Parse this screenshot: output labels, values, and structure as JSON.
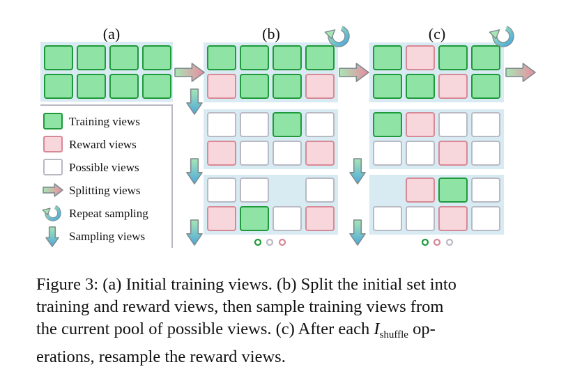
{
  "panels": {
    "a": {
      "label": "(a)"
    },
    "b": {
      "label": "(b)"
    },
    "c": {
      "label": "(c)"
    }
  },
  "legend": {
    "items": [
      {
        "label": "Training views",
        "icon": "training-view-icon"
      },
      {
        "label": "Reward views",
        "icon": "reward-view-icon"
      },
      {
        "label": "Possible views",
        "icon": "possible-view-icon"
      },
      {
        "label": "Splitting views",
        "icon": "splitting-arrow-icon"
      },
      {
        "label": "Repeat sampling",
        "icon": "repeat-sampling-icon"
      },
      {
        "label": "Sampling views",
        "icon": "sampling-arrow-icon"
      }
    ]
  },
  "colors": {
    "training": "#8fe3a4",
    "training_border": "#1e9a3a",
    "reward": "#f7d6dc",
    "reward_border": "#d98896",
    "possible": "#ffffff",
    "possible_border": "#b9b9c4",
    "panel_bg": "#d8eaf2"
  },
  "caption": {
    "line1": "Figure 3: (a) Initial training views. (b) Split the initial set into",
    "line2": "training and reward views, then sample training views from",
    "line3_start": "the current pool of possible views. (c) After each",
    "math_symbol": "I",
    "math_subscript": "shuffle",
    "line3_end": "op-",
    "line4": "erations, resample the reward views."
  }
}
